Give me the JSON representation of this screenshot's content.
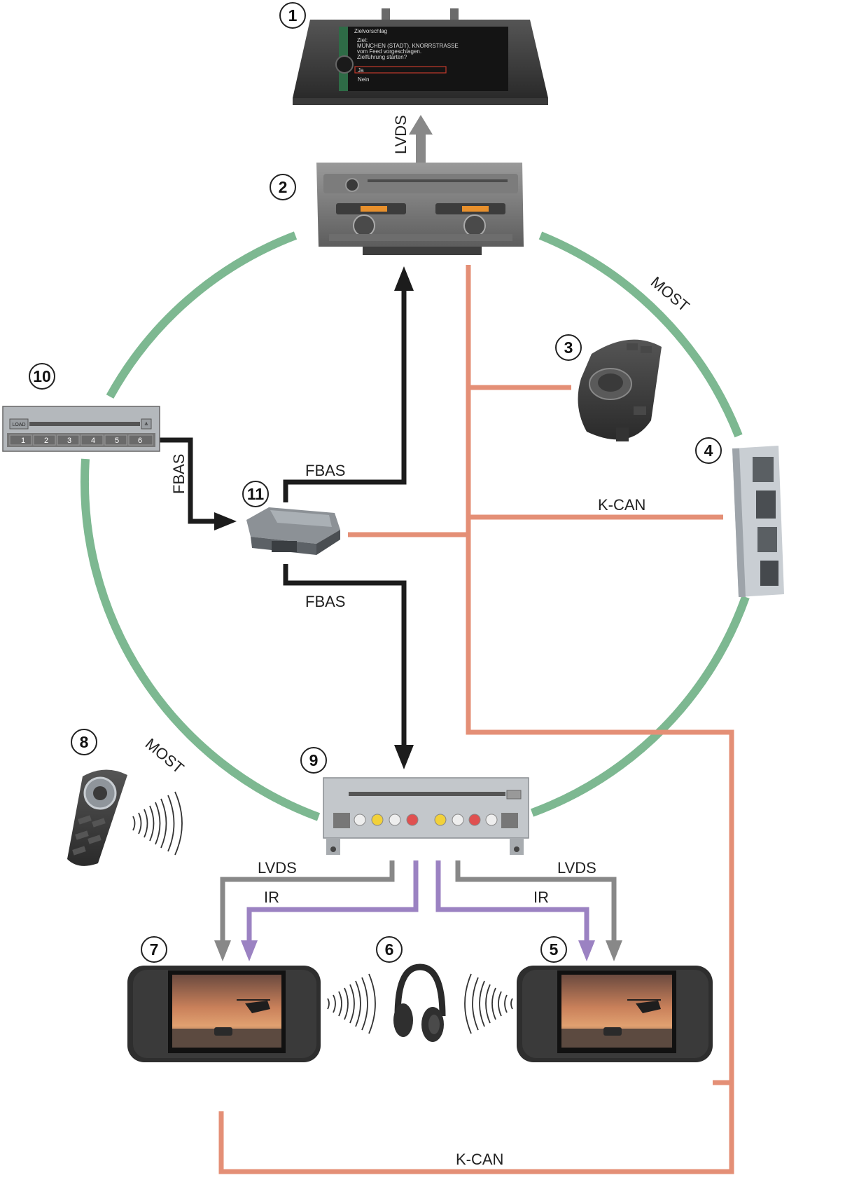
{
  "colors": {
    "most": "#7db891",
    "kcan": "#e48f76",
    "fbas": "#1c1c1c",
    "lvds": "#888888",
    "ir": "#9b82c2"
  },
  "labels": {
    "lvds_top": "LVDS",
    "most_right": "MOST",
    "most_left": "MOST",
    "kcan_mid": "K-CAN",
    "kcan_bottom": "K-CAN",
    "fbas_left": "FBAS",
    "fbas_top": "FBAS",
    "fbas_bottom": "FBAS",
    "lvds_left": "LVDS",
    "lvds_right": "LVDS",
    "ir_left": "IR",
    "ir_right": "IR"
  },
  "components": {
    "c1": "1",
    "c2": "2",
    "c3": "3",
    "c4": "4",
    "c5": "5",
    "c6": "6",
    "c7": "7",
    "c8": "8",
    "c9": "9",
    "c10": "10",
    "c11": "11"
  },
  "icons": {
    "central_display": "display-screen-icon",
    "headunit": "audio-control-unit-icon",
    "controller": "idrive-controller-icon",
    "control_module": "control-module-icon",
    "rear_screen_right": "rear-screen-icon",
    "headphones": "wireless-headphones-icon",
    "rear_screen_left": "rear-screen-icon",
    "remote": "remote-control-icon",
    "dvd_player": "dvd-player-icon",
    "cd_changer": "cd-changer-icon",
    "video_module": "video-module-icon"
  },
  "display_text": {
    "title": "Zielvorschlag",
    "line1": "Ziel:",
    "line2": "MÜNCHEN (STADT), KNORRSTRASSE",
    "line3": "vom Feed vorgeschlagen.",
    "line4": "Zielführung starten?",
    "opt1": "Ja",
    "opt2": "Nein"
  },
  "cd_changer": {
    "load": "LOAD",
    "eject": "≜",
    "keys": [
      "1",
      "2",
      "3",
      "4",
      "5",
      "6"
    ]
  }
}
